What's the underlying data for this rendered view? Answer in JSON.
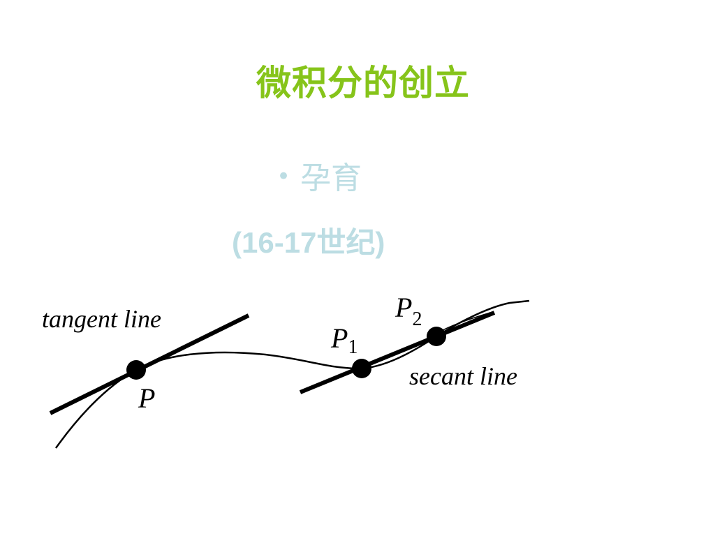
{
  "slide": {
    "title": "微积分的创立",
    "bullet_symbol": "•",
    "bullet_text": "孕育",
    "period_text": "(16-17世纪)"
  },
  "colors": {
    "title": "#86c41a",
    "bullet": "#bcdde3",
    "diagram_ink": "#000000"
  },
  "diagram": {
    "tangent_label": "tangent line",
    "secant_label": "secant line",
    "point_p": "P",
    "point_p1_letter": "P",
    "point_p1_sub": "1",
    "point_p2_letter": "P",
    "point_p2_sub": "2"
  }
}
